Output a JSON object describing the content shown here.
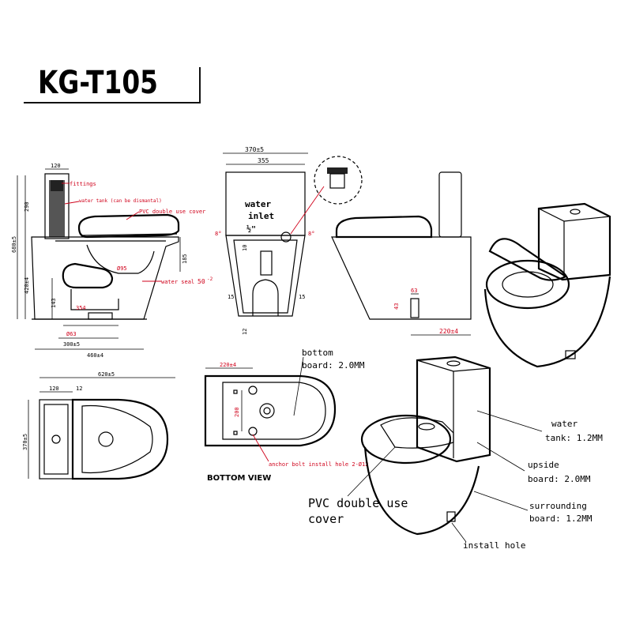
{
  "title": "KG-T105",
  "side_view": {
    "dim_top_120": "120",
    "dim_290": "290",
    "dim_680": "680±5",
    "dim_420": "420±4",
    "dim_143": "143",
    "dim_185": "185",
    "dim_50": "50",
    "dim_2": "-2",
    "dim_354": "354",
    "dim_63": "Ø63",
    "dim_300": "300±5",
    "dim_460": "460±4",
    "dim_95": "Ø95",
    "label_fittings": "fittings",
    "label_water_tank": "water tank (can be dismantal)",
    "label_pvc_cover": "PVC double use cover",
    "label_water_seal": "water seal"
  },
  "front_view": {
    "dim_370": "370±5",
    "dim_355": "355",
    "dim_15a": "15",
    "dim_15b": "15",
    "dim_12": "12",
    "dim_10": "10",
    "ang_left": "8°",
    "ang_right": "8°",
    "label_water_inlet_1": "water",
    "label_water_inlet_2": "inlet",
    "label_water_inlet_3": "½\""
  },
  "right_side_view": {
    "dim_43": "43",
    "dim_63": "63",
    "dim_220": "220±4"
  },
  "top_view": {
    "dim_620": "620±5",
    "dim_120": "120",
    "dim_12": "12",
    "dim_370": "370±5"
  },
  "bottom_view": {
    "dim_220": "220±4",
    "dim_200": "200",
    "label_anchor": "anchor bolt install hole 2-Ø12",
    "label_bottom_1": "bottom",
    "label_bottom_2": "board: 2.0MM",
    "title": "BOTTOM VIEW"
  },
  "iso_labels": {
    "water_tank_1": "water",
    "water_tank_2": "tank: 1.2MM",
    "upside_1": "upside",
    "upside_2": "board: 2.0MM",
    "surrounding_1": "surrounding",
    "surrounding_2": "board: 1.2MM",
    "install_hole": "install hole",
    "pvc_1": "PVC double use",
    "pvc_2": "cover"
  }
}
